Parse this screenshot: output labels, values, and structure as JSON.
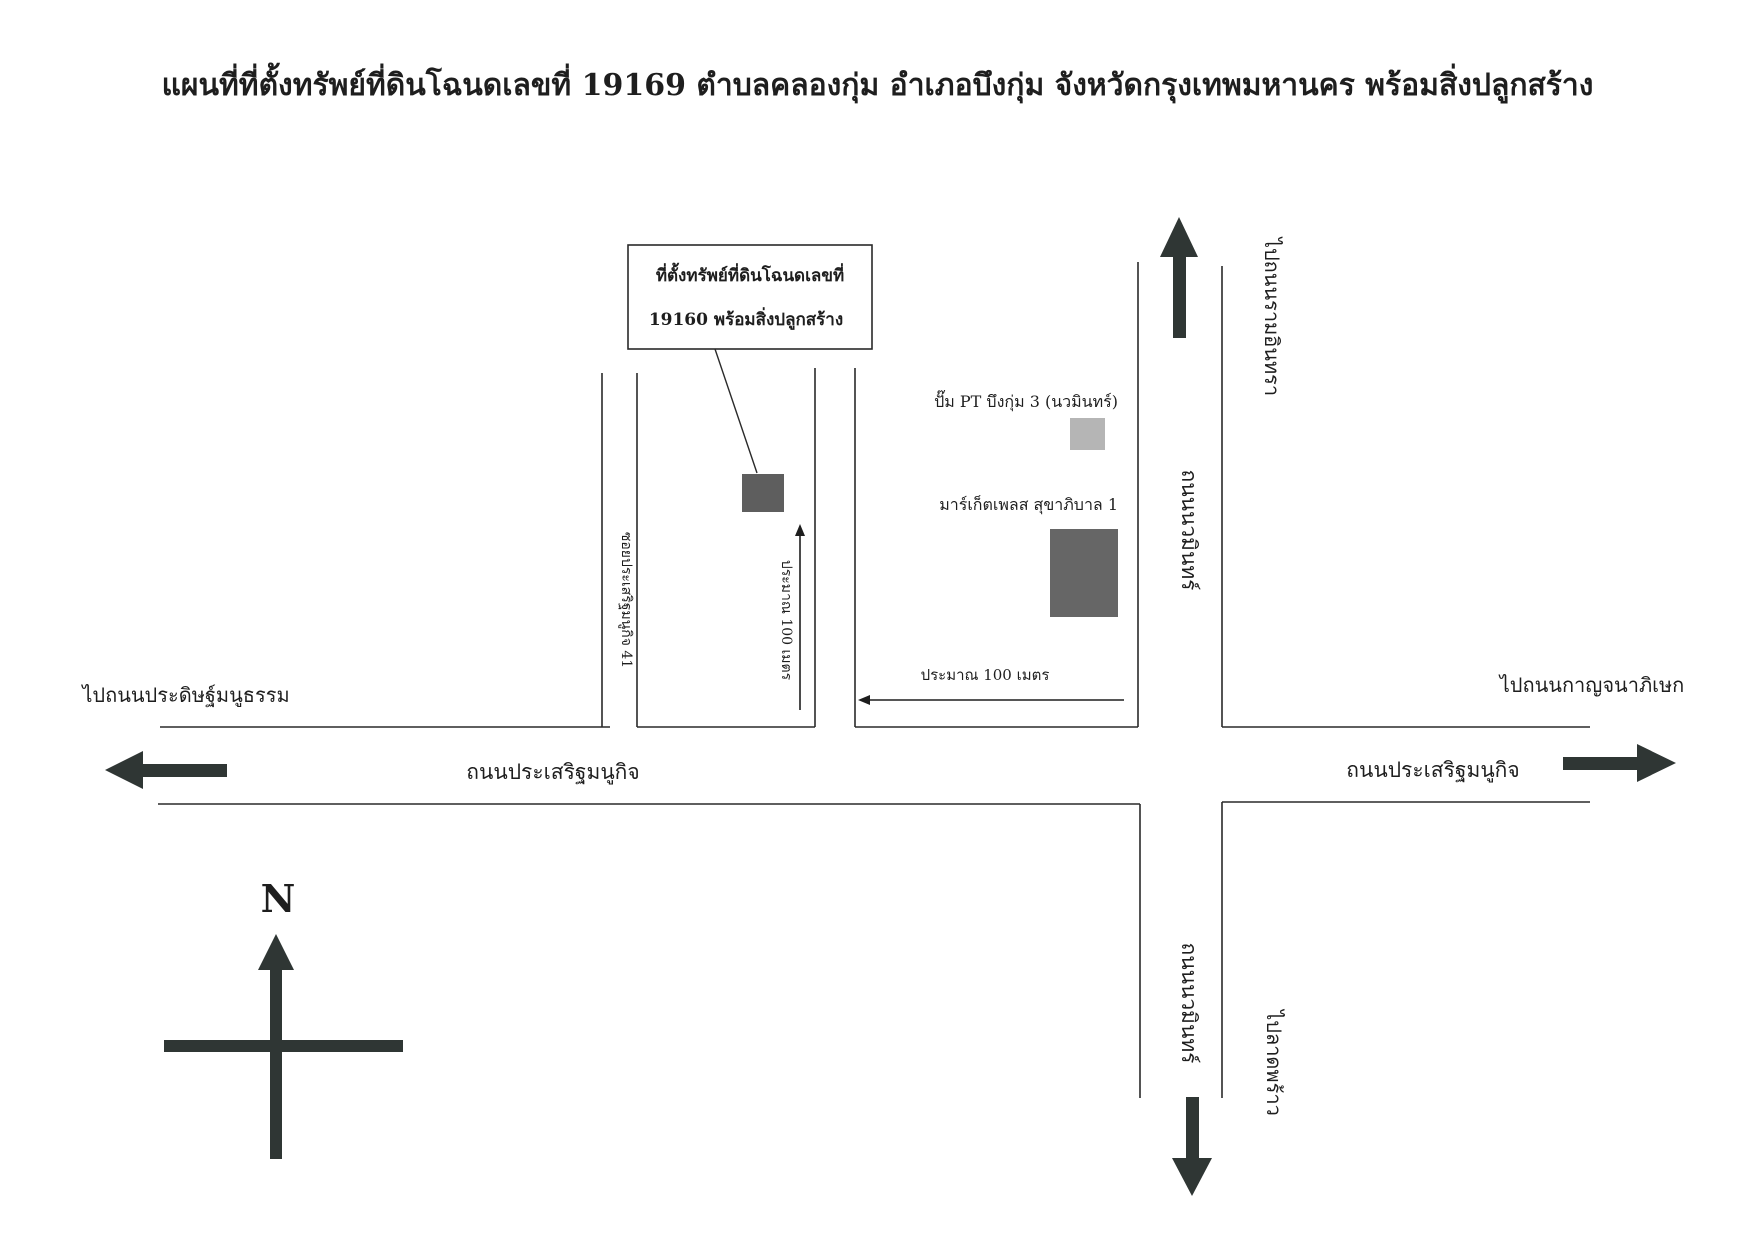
{
  "title": "แผนที่ที่ตั้งทรัพย์ที่ดินโฉนดเลขที่ 19169 ตำบลคลองกุ่ม อำเภอบึงกุ่ม จังหวัดกรุงเทพมหานคร พร้อมสิ่งปลูกสร้าง",
  "callout": {
    "line1": "ที่ตั้งทรัพย์ที่ดินโฉนดเลขที่",
    "line2": "19160 พร้อมสิ่งปลูกสร้าง"
  },
  "landmarks": {
    "pt_station": "ปั๊ม PT บึงกุ่ม 3 (นวมินทร์)",
    "market_place": "มาร์เก็ตเพลส สุขาภิบาล 1"
  },
  "roads": {
    "main_left": "ถนนประเสริฐมนูกิจ",
    "main_right": "ถนนประเสริฐมนูกิจ",
    "soi": "ซอยประเสริฐมนูกิจ 41",
    "nawamin_upper": "ถนนนวมินทร์",
    "nawamin_lower": "ถนนนวมินทร์"
  },
  "directions": {
    "to_west": "ไปถนนประดิษฐ์มนูธรรม",
    "to_east": "ไปถนนกาญจนาภิเษก",
    "to_north": "ไปถนนรามอินทรา",
    "to_south": "ไปลาดพร้าว"
  },
  "distances": {
    "soi_distance": "ประมาณ 100 เมตร",
    "main_distance": "ประมาณ 100 เมตร"
  },
  "compass": {
    "north": "N"
  },
  "colors": {
    "ink": "#1e1e1e",
    "arrow": "#2f3634",
    "property_marker": "#5e5e5e",
    "pt_marker": "#b5b5b5",
    "market_marker": "#666666"
  }
}
